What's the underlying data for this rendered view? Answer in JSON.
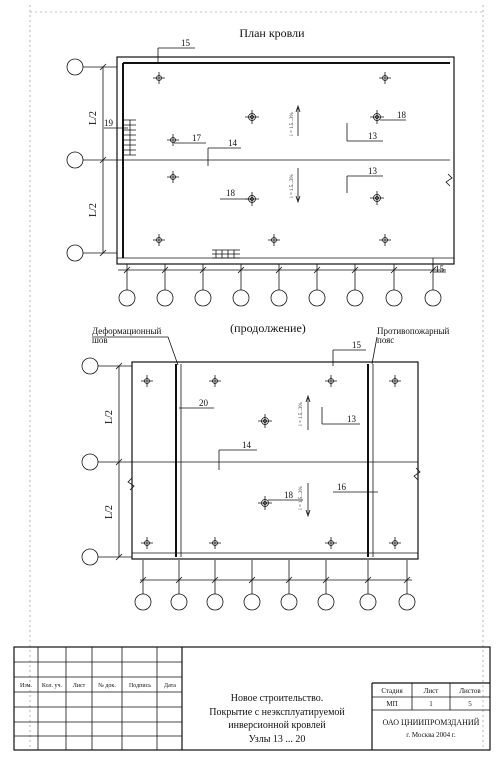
{
  "plan_top": {
    "title": "План кровли",
    "dim_upper": "L/2",
    "dim_lower": "L/2",
    "slope_right": "i = 1.5...3%",
    "slope_center": "i = 1.5...3%",
    "callouts": {
      "c15_top": "15",
      "c19": "19",
      "c17": "17",
      "c14": "14",
      "c18_upper": "18",
      "c13_upper": "13",
      "c13_lower": "13",
      "c18_lower": "18",
      "c15_bottom": "15"
    }
  },
  "plan_bottom": {
    "title": "(продолжение)",
    "label_left_line1": "Деформационный",
    "label_left_line2": "шов",
    "label_right_line1": "Противопожарный",
    "label_right_line2": "пояс",
    "dim_upper": "L/2",
    "dim_lower": "L/2",
    "slope_upper": "i = 1.5...3%",
    "slope_lower": "i = 1.5...3%",
    "callouts": {
      "c15": "15",
      "c20": "20",
      "c13": "13",
      "c14": "14",
      "c18": "18",
      "c16": "16"
    }
  },
  "title_block": {
    "headers": [
      "Изм.",
      "Кол. уч.",
      "Лист",
      "№ док.",
      "Подпись",
      "Дата"
    ],
    "description_lines": [
      "Новое строительство.",
      "Покрытие с неэксплуатируемой",
      "инверсионной кровлей",
      "Узлы 13 ... 20"
    ],
    "stage_header": "Стадия",
    "sheet_header": "Лист",
    "sheets_header": "Листов",
    "stage_value": "МП",
    "sheet_value": "1",
    "sheets_value": "5",
    "org_line1": "ОАО ЦНИИПРОМЗДАНИЙ",
    "org_line2": "г. Москва 2004 г."
  }
}
